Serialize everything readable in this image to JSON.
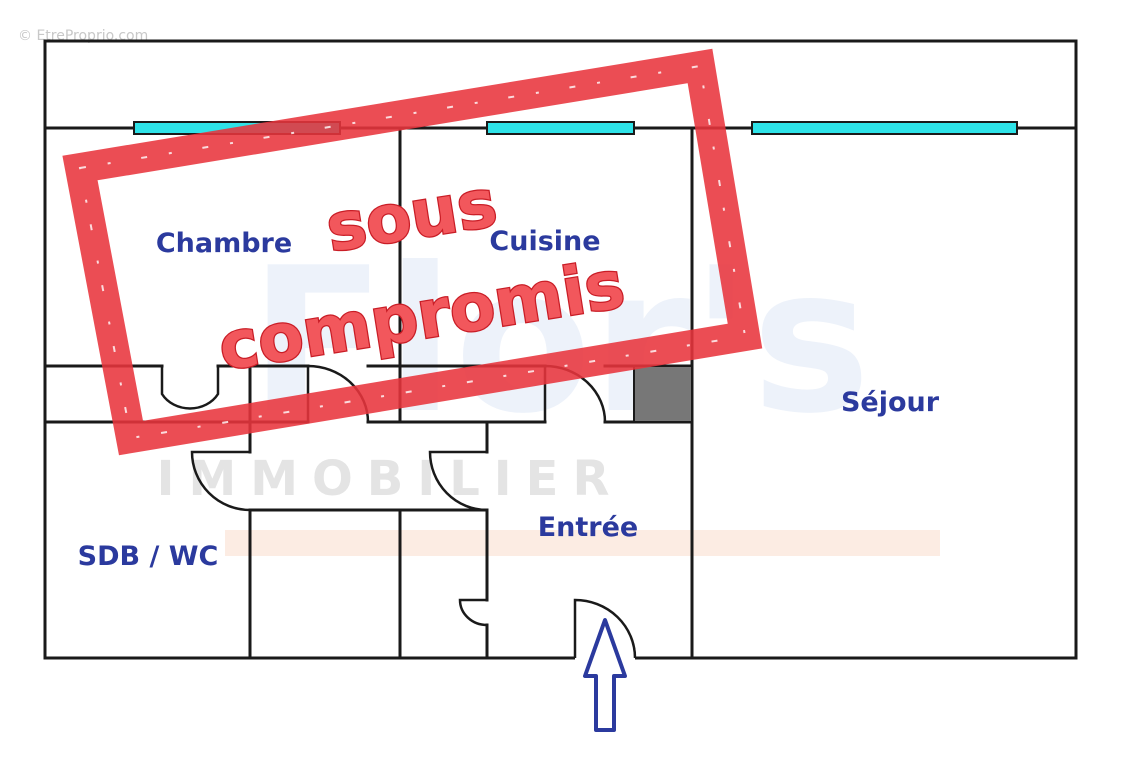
{
  "copyright": "© EtreProprio.com",
  "watermark": {
    "brand": "Flor's",
    "subtitle": "IMMOBILIER"
  },
  "stamp": {
    "line1": "sous",
    "line2": "compromis"
  },
  "rooms": {
    "chambre": "Chambre",
    "cuisine": "Cuisine",
    "sejour": "Séjour",
    "entree": "Entrée",
    "sdb": "SDB / WC"
  },
  "colors": {
    "wall": "#1a1a1a",
    "window": "#2ee3e8",
    "label": "#2b3a9e",
    "stamp": "#e8343c",
    "arrow": "#2b3a9e",
    "shaft": "#777777"
  }
}
